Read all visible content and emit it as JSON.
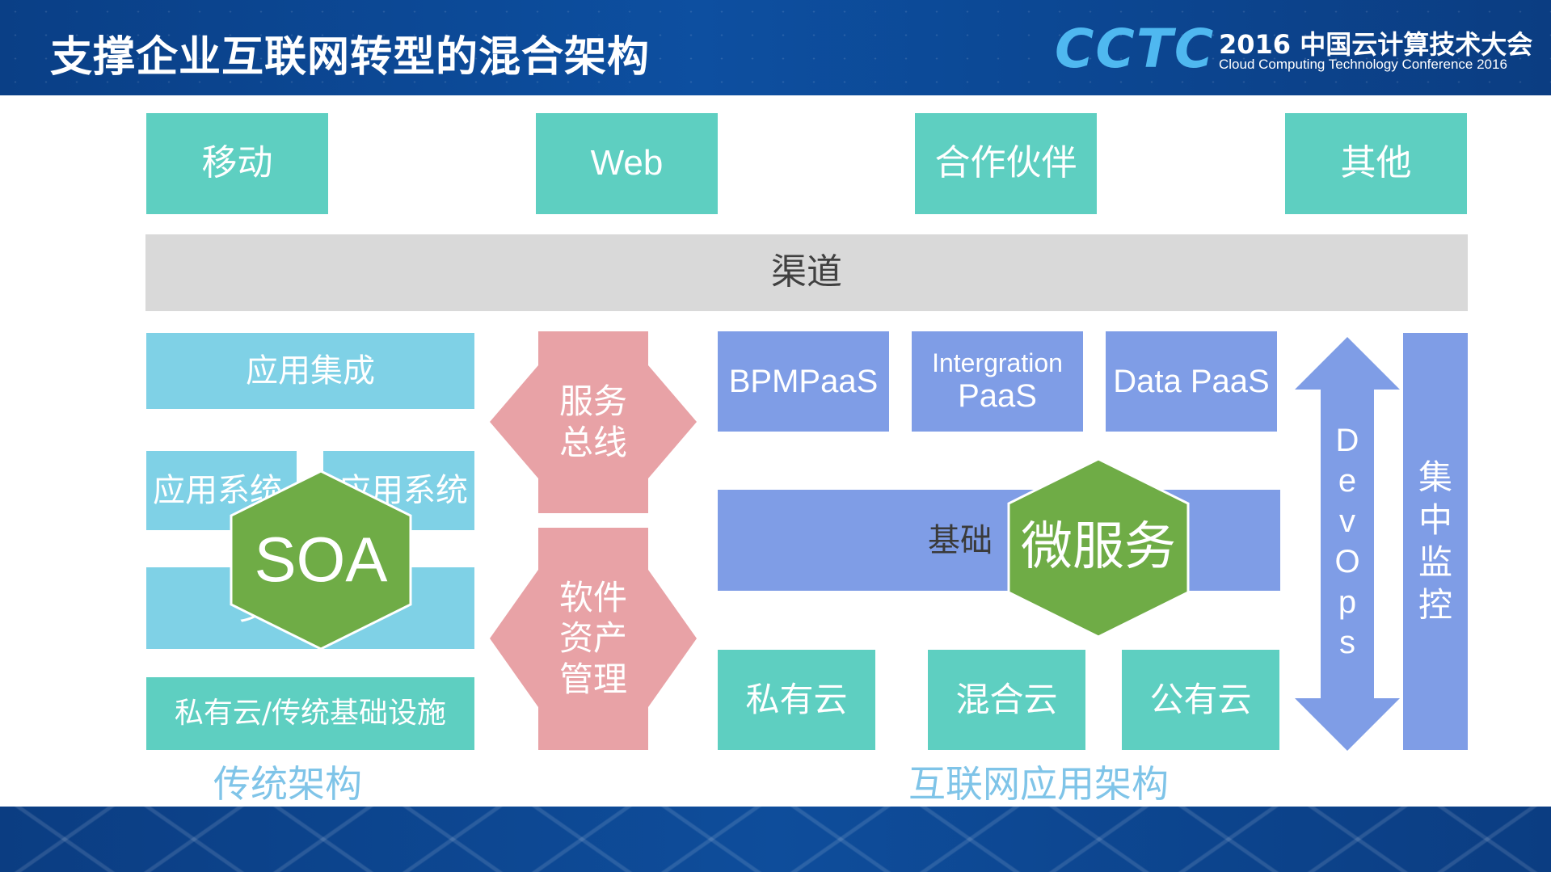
{
  "header": {
    "title": "支撑企业互联网转型的混合架构",
    "logo": "CCTC",
    "conference_title": "2016 中国云计算技术大会",
    "conference_subtitle": "Cloud Computing Technology Conference 2016"
  },
  "channels_row": {
    "items": [
      "移动",
      "Web",
      "合作伙伴",
      "其他"
    ]
  },
  "channel_bar": "渠道",
  "traditional": {
    "app_integration": "应用集成",
    "app_system_1": "应用系统",
    "app_system_2": "应用系统",
    "hidden_box_text": "支",
    "soa_label": "SOA",
    "infrastructure": "私有云/传统基础设施",
    "caption": "传统架构"
  },
  "middle": {
    "service_bus": [
      "服务",
      "总线"
    ],
    "software_assets": [
      "软件",
      "资产",
      "管理"
    ]
  },
  "internet": {
    "paas": [
      "BPMPaaS",
      "Intergration",
      "PaaS",
      "Data PaaS"
    ],
    "base_bar_text": "基础",
    "microservice_label": "微服务",
    "clouds": [
      "私有云",
      "混合云",
      "公有云"
    ],
    "caption": "互联网应用架构"
  },
  "devops": {
    "letters": [
      "D",
      "e",
      "v",
      "O",
      "p",
      "s"
    ]
  },
  "monitoring": {
    "chars": [
      "集",
      "中",
      "监",
      "控"
    ]
  },
  "colors": {
    "teal": "#5ecfc1",
    "sky": "#7fd1e6",
    "blue": "#7f9de6",
    "pink": "#e8a2a6",
    "green": "#6fac46",
    "gray": "#d9d9d9",
    "header_blue": "#0d4fa0"
  }
}
